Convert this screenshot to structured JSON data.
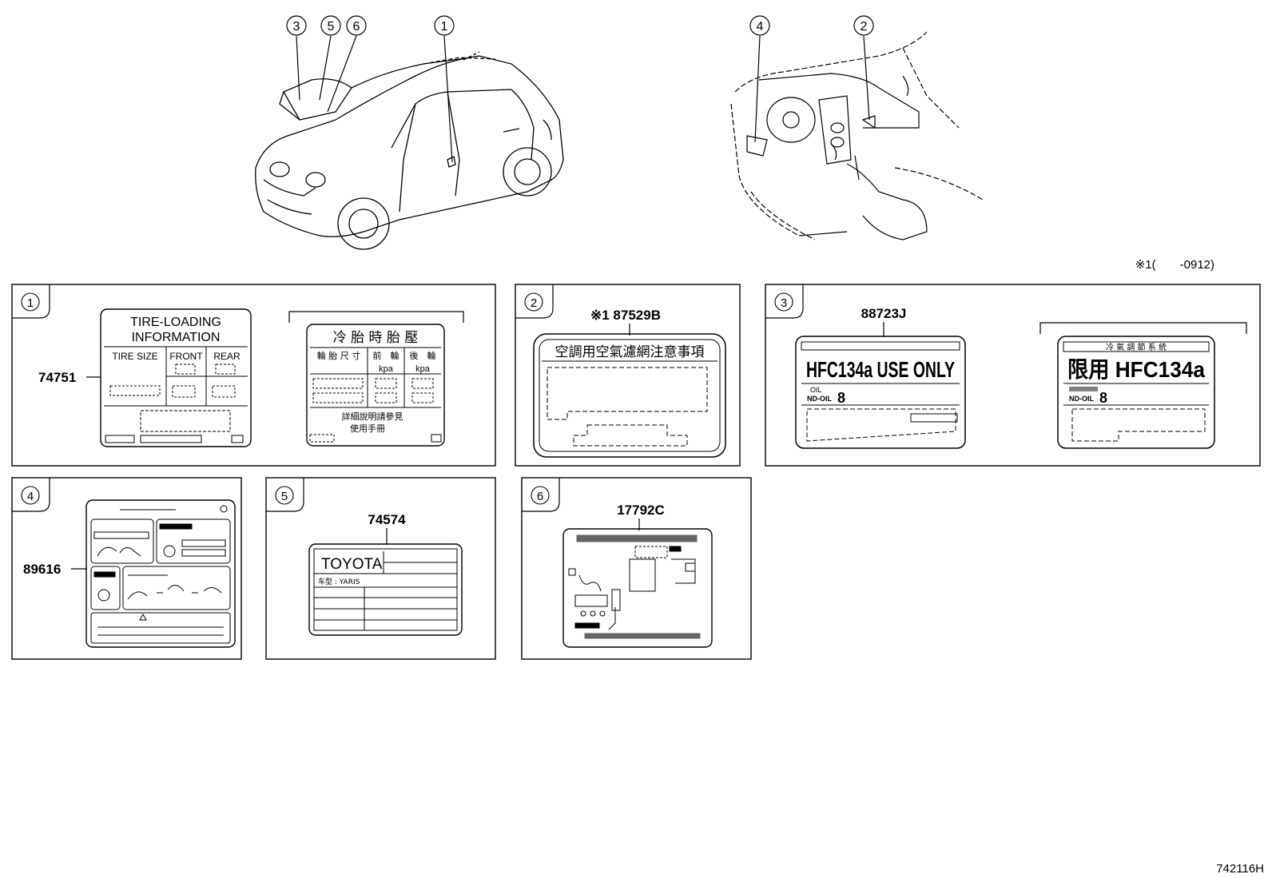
{
  "callouts": {
    "c1": "1",
    "c2": "2",
    "c3": "3",
    "c4": "4",
    "c5": "5",
    "c6": "6"
  },
  "note_top_right": "※1(　　-0912)",
  "panel1": {
    "num": "1",
    "part": "74751",
    "label_en": {
      "title_line1": "TIRE-LOADING",
      "title_line2": "INFORMATION",
      "col_size": "TIRE  SIZE",
      "col_front": "FRONT",
      "col_rear": "REAR"
    },
    "label_cn": {
      "title": "冷 胎 時 胎 壓",
      "col_size": "輪 胎 尺 寸",
      "col_front": "前　輪",
      "col_rear": "後　輪",
      "unit1": "kpa",
      "unit2": "kpa",
      "footer1": "詳細說明請參見",
      "footer2": "使用手冊"
    }
  },
  "panel2": {
    "num": "2",
    "part": "※1 87529B",
    "label_title": "空調用空氣濾網注意事項"
  },
  "panel3": {
    "num": "3",
    "part": "88723J",
    "label_en": {
      "main": "HFC134a USE ONLY",
      "oil1": "OIL",
      "oil2": "ND-OIL",
      "oil_num": "8"
    },
    "label_cn": {
      "top": "冷 氣 調 節 系 統",
      "main": "限用 HFC134a",
      "oil2": "ND-OIL",
      "oil_num": "8"
    }
  },
  "panel4": {
    "num": "4",
    "part": "89616"
  },
  "panel5": {
    "num": "5",
    "part": "74574",
    "brand": "TOYOTA",
    "model": "车型 : YARIS"
  },
  "panel6": {
    "num": "6",
    "part": "17792C"
  },
  "drawing_code": "742116H"
}
